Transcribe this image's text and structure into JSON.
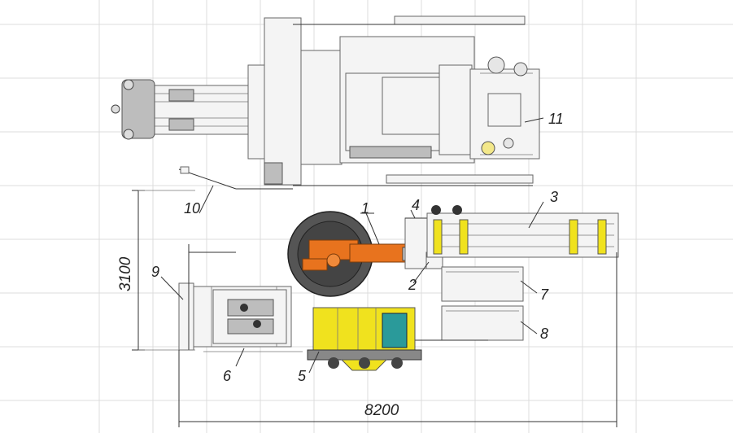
{
  "drawing": {
    "dimensions": {
      "width": "8200",
      "height": "3100"
    },
    "callouts": [
      {
        "id": "1",
        "text": "1"
      },
      {
        "id": "2",
        "text": "2"
      },
      {
        "id": "3",
        "text": "3"
      },
      {
        "id": "4",
        "text": "4"
      },
      {
        "id": "5",
        "text": "5"
      },
      {
        "id": "6",
        "text": "6"
      },
      {
        "id": "7",
        "text": "7"
      },
      {
        "id": "8",
        "text": "8"
      },
      {
        "id": "9",
        "text": "9"
      },
      {
        "id": "10",
        "text": "10"
      },
      {
        "id": "11",
        "text": "11"
      }
    ],
    "colors": {
      "robot": "#e8731e",
      "fixture": "#f0e21e",
      "teal": "#2a9a9a",
      "grid": "#d9d9d9"
    }
  }
}
